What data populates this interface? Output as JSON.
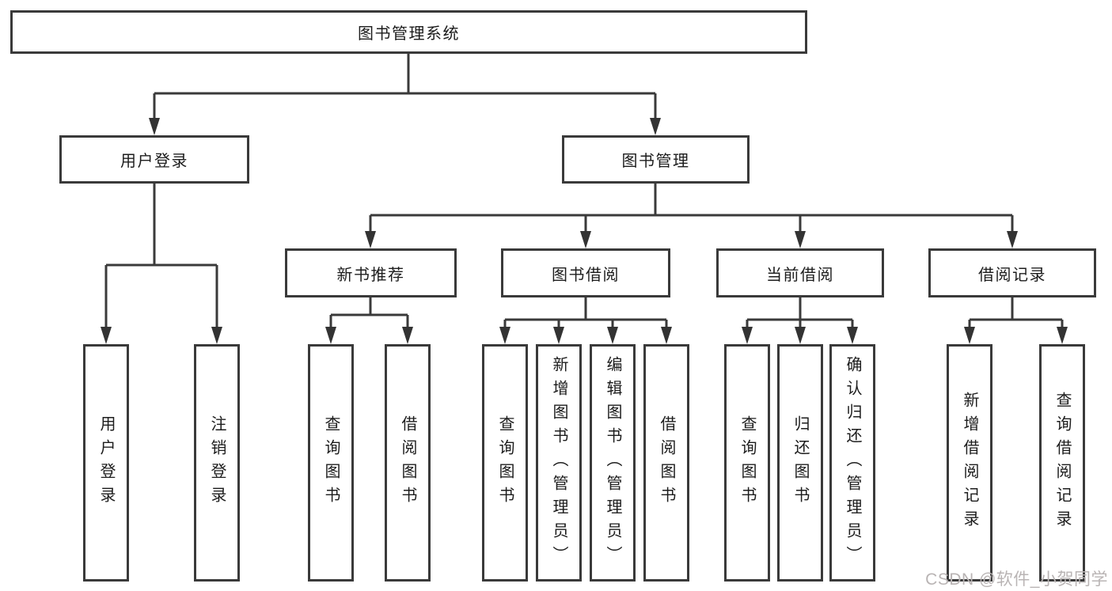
{
  "diagram": {
    "root": {
      "label": "图书管理系统"
    },
    "children": [
      {
        "label": "用户登录",
        "children": [
          {
            "label": "用户登录"
          },
          {
            "label": "注销登录"
          }
        ]
      },
      {
        "label": "图书管理",
        "children": [
          {
            "label": "新书推荐",
            "children": [
              {
                "label": "查询图书"
              },
              {
                "label": "借阅图书"
              }
            ]
          },
          {
            "label": "图书借阅",
            "children": [
              {
                "label": "查询图书"
              },
              {
                "label": "新增图书（管理员）"
              },
              {
                "label": "编辑图书（管理员）"
              },
              {
                "label": "借阅图书"
              }
            ]
          },
          {
            "label": "当前借阅",
            "children": [
              {
                "label": "查询图书"
              },
              {
                "label": "归还图书"
              },
              {
                "label": "确认归还（管理员）"
              }
            ]
          },
          {
            "label": "借阅记录",
            "children": [
              {
                "label": "新增借阅记录"
              },
              {
                "label": "查询借阅记录"
              }
            ]
          }
        ]
      }
    ]
  },
  "watermark": {
    "text": "CSDN @软件_小贺同学"
  },
  "colors": {
    "line": "#3a3a3a",
    "border": "#3a3a3a",
    "text": "#1c1c1c",
    "watermark": "#b9b4b4",
    "background": "#ffffff"
  }
}
